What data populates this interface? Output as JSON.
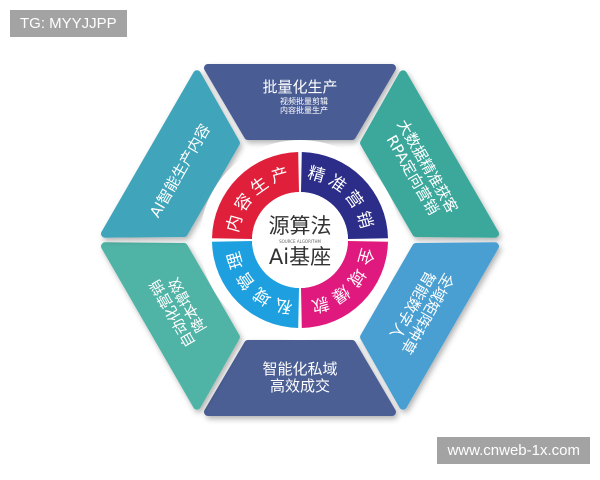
{
  "watermark_top": "TG: MYYJJPP",
  "watermark_bottom": "www.cnweb-1x.com",
  "center": {
    "title": "源算法",
    "subtitle": "SOURCE ALGORITHM",
    "label": "Ai基座"
  },
  "quadrants": [
    {
      "label": "内容生产",
      "color": "#e0203a"
    },
    {
      "label": "精准营销",
      "color": "#2b2d88"
    },
    {
      "label": "全域爆款",
      "color": "#e0197e"
    },
    {
      "label": "私域管理",
      "color": "#1ea0e0"
    }
  ],
  "segments": [
    {
      "lines": [
        "批量化生产"
      ],
      "sub": [
        "视频批量剪辑",
        "内容批量生产"
      ],
      "color": "#4a5b94"
    },
    {
      "lines": [
        "大数据精准获客",
        "RPA定向营销"
      ],
      "sub": [],
      "color": "#3aa89b"
    },
    {
      "lines": [
        "全域矩阵种草",
        "智能数字人"
      ],
      "sub": [],
      "color": "#4a9fd2"
    },
    {
      "lines": [
        "智能化私域",
        "高效成交"
      ],
      "sub": [],
      "color": "#4c5f95"
    },
    {
      "lines": [
        "自动化营销",
        "降本增效"
      ],
      "sub": [],
      "color": "#4fb3a5"
    },
    {
      "lines": [
        "AI智能生产内容"
      ],
      "sub": [],
      "color": "#3fa4ba"
    }
  ]
}
